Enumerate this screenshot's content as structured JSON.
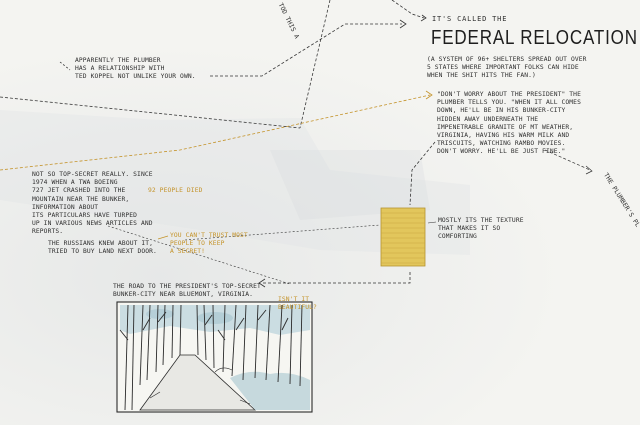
{
  "marginalia": {
    "top_fragment": "TOD THIS A",
    "right_fragment": "THE PLUMBER'S PL"
  },
  "plumber_note": "APPARENTLY THE PLUMBER\nHAS A RELATIONSHIP WITH\nTED KOPPEL NOT UNLIKE YOUR OWN.",
  "arc": {
    "intro": "IT'S CALLED THE",
    "title": "FEDERAL RELOCATION ARC",
    "description": "(A SYSTEM OF 96+ SHELTERS SPREAD OUT OVER\n5 STATES WHERE IMPORTANT FOLKS CAN HIDE\nWHEN THE SHIT HITS THE FAN.)",
    "quote": "\"DON'T WORRY ABOUT THE PRESIDENT\" THE\nPLUMBER TELLS YOU. \"WHEN IT ALL COMES\nDOWN, HE'LL BE IN HIS BUNKER-CITY\nHIDDEN AWAY UNDERNEATH THE\nIMPENETRABLE GRANITE OF MT WEATHER,\nVIRGINIA, HAVING HIS WARM MILK AND\nTRISCUITS, WATCHING RAMBO MOVIES.\nDON'T WORRY. HE'LL BE JUST FINE.\""
  },
  "secret_note": {
    "text": "NOT SO TOP-SECRET REALLY. SINCE\n1974 WHEN A TWA BOEING\n727 JET CRASHED INTO THE\nMOUNTAIN NEAR THE BUNKER,\n        INFORMATION ABOUT\nITS PARTICULARS HAVE TURPED\nUP IN VARIOUS NEWS ARTICLES AND\nREPORTS.",
    "aside_92": "92 PEOPLE DIED",
    "russians": "THE RUSSIANS KNEW ABOUT IT,\nTRIED TO BUY LAND NEXT DOOR.",
    "aside_secret": "YOU CAN'T TRUST MOST\nPEOPLE TO KEEP\nA SECRET!"
  },
  "swatch_note": "MOSTLY ITS THE TEXTURE\nTHAT MAKES IT SO\nCOMFORTING",
  "road": {
    "caption": "THE ROAD TO THE PRESIDENT'S TOP-SECRET\nBUNKER-CITY NEAR BLUEMONT, VIRGINIA.",
    "aside": "ISN'T IT\nBEAUTIFUL?"
  },
  "colors": {
    "ink": "#2b2b2b",
    "orange_ink": "#c4932a",
    "swatch": "#e2c65c",
    "sky_blue": "#b9d3dc",
    "paper": "#f4f4f1"
  }
}
